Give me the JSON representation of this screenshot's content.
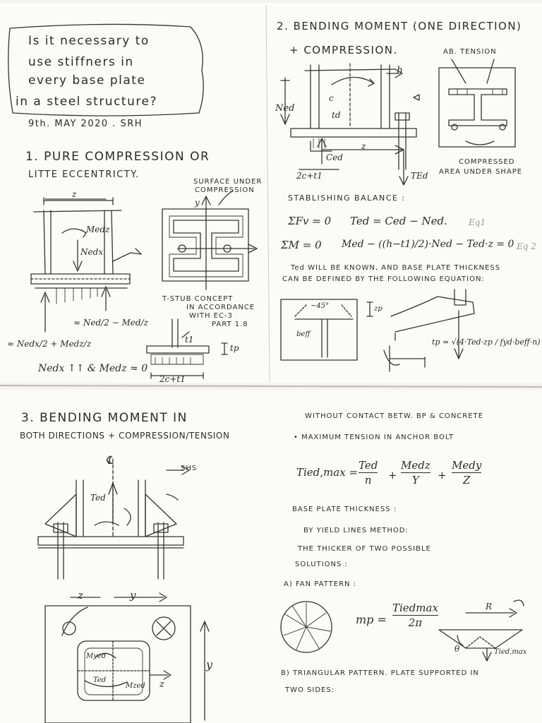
{
  "title": {
    "question": [
      "Is it necessary to",
      "use stiffners in",
      "every base plate",
      "in a steel structure?"
    ],
    "date": "9th. MAY 2020 . SRH"
  },
  "section1": {
    "heading": [
      "1. PURE COMPRESSION OR",
      "LITTE ECCENTRICTY."
    ],
    "labels": {
      "z": "z",
      "surface_under_compression": [
        "SURFACE UNDER",
        "COMPRESSION"
      ],
      "y": "y",
      "med_z": "Medz",
      "ned_x": "Nedx",
      "t_stub": [
        "T-STUB CONCEPT",
        "IN ACCORDANCE",
        "WITH EC-3",
        "PART 1.8"
      ],
      "t1": "t1",
      "tp": "tp",
      "c2": "2c+t1",
      "formula_left": "≈ Nedx/2 + Medz/z",
      "formula_mid": "≈ Ned/2 − Med/z",
      "condition": "Nedx ↑↑ & Medz ≈ 0"
    }
  },
  "section2": {
    "heading": [
      "2. BENDING MOMENT (ONE DIRECTION)",
      "+ COMPRESSION."
    ],
    "labels": {
      "ab_tension": "AB. TENSION",
      "compressed_area": [
        "COMPRESSED",
        "AREA UNDER SHAPE"
      ],
      "ned": "Ned",
      "h": "h",
      "c": "c",
      "td": "td",
      "ced": "Ced",
      "z": "z",
      "tel": "TEd",
      "c2t1": "2c+t1",
      "balance": "STABLISHING BALANCE :",
      "eq1_left": "ΣFv = 0",
      "eq1_right": "Ted = Ced − Ned.",
      "eq1_tag": "Eq1",
      "eq2_left": "ΣM = 0",
      "eq2_right": "Med − ((h−t1)/2)·Ned − Ted·z = 0",
      "eq2_tag": "Eq 2",
      "note": [
        "Ted WILL BE KNOWN, AND BASE PLATE THICKNESS",
        "CAN BE DEFINED BY THE FOLLOWING EQUATION:"
      ],
      "angle": "~45°",
      "zp": "zp",
      "beff": "beff",
      "tp_eq": "tp = √(4·Ted·zp / fyd·beff·n)"
    }
  },
  "section3": {
    "heading": [
      "3. BENDING MOMENT IN",
      "BOTH DIRECTIONS + COMPRESSION/TENSION"
    ],
    "labels": {
      "cl": "℄",
      "shs": "SHS",
      "ted": "Ted",
      "z": "z",
      "y": "y",
      "myed": "Myed",
      "mzed": "Mzed",
      "med_tag": "Ted"
    },
    "right": {
      "without": "WITHOUT CONTACT BETW. BP & CONCRETE",
      "bullet1": "MAXIMUM TENSION IN ANCHOR BOLT",
      "tied_lhs": "Tied,max =",
      "t1n": "Ted",
      "t1d": "n",
      "t2n": "Medz",
      "t2d": "Y",
      "t3n": "Medy",
      "t3d": "Z",
      "bullet2": "BASE PLATE THICKNESS :",
      "yield": "BY YIELD LINES METHOD:",
      "thicker": [
        "THE THICKER OF TWO POSSIBLE",
        "SOLUTIONS :"
      ],
      "a": "A)  FAN PATTERN :",
      "mp_lhs": "mp =",
      "mp_n": "Tiedmax",
      "mp_d": "2π",
      "r": "R",
      "theta": "θ",
      "tied": "Tied,max",
      "b": [
        "B) TRIANGULAR PATTERN. PLATE SUPPORTED IN",
        "TWO SIDES:"
      ]
    }
  }
}
